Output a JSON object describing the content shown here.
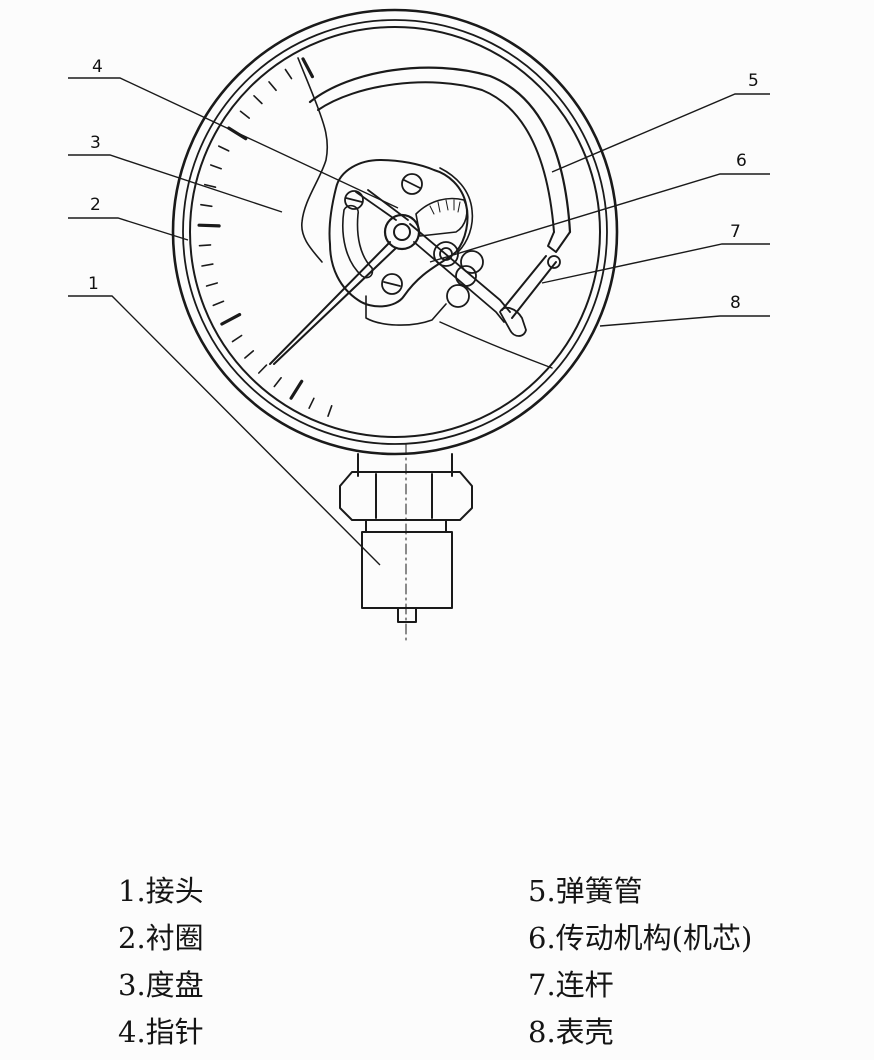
{
  "callouts": [
    {
      "num": "1",
      "label": "1.接头"
    },
    {
      "num": "2",
      "label": "2.衬圈"
    },
    {
      "num": "3",
      "label": "3.度盘"
    },
    {
      "num": "4",
      "label": "4.指针"
    },
    {
      "num": "5",
      "label": "5.弹簧管"
    },
    {
      "num": "6",
      "label": "6.传动机构(机芯)"
    },
    {
      "num": "7",
      "label": "7.连杆"
    },
    {
      "num": "8",
      "label": "8.表壳"
    }
  ],
  "colors": {
    "line": "#1a1a1a",
    "background": "#fcfcfc"
  }
}
